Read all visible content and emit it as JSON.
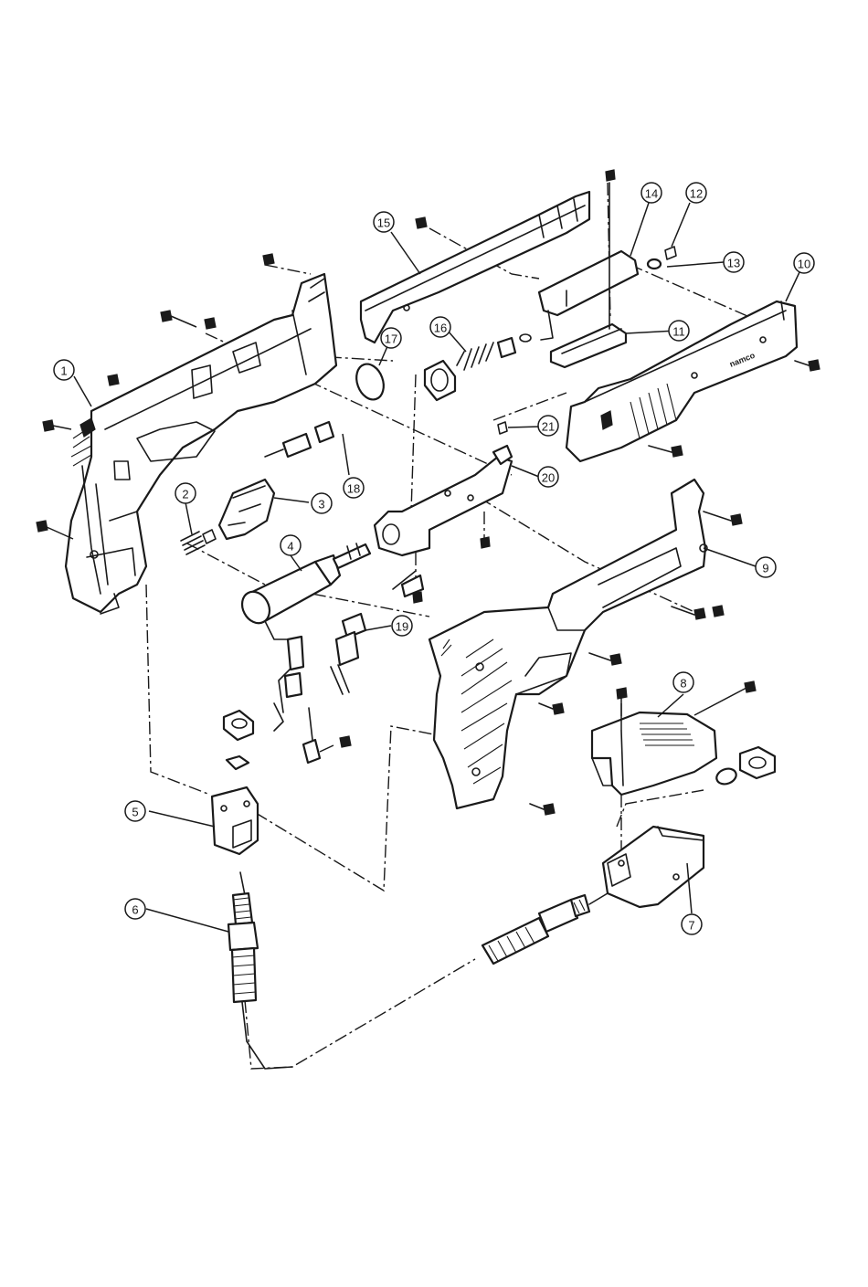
{
  "diagram": {
    "type": "exploded parts view",
    "part_labels": [
      "1",
      "2",
      "3",
      "4",
      "5",
      "6",
      "7",
      "8",
      "9",
      "10",
      "11",
      "12",
      "13",
      "14",
      "15",
      "16",
      "17",
      "18",
      "19",
      "20",
      "21"
    ],
    "slide_marking": "namco"
  }
}
